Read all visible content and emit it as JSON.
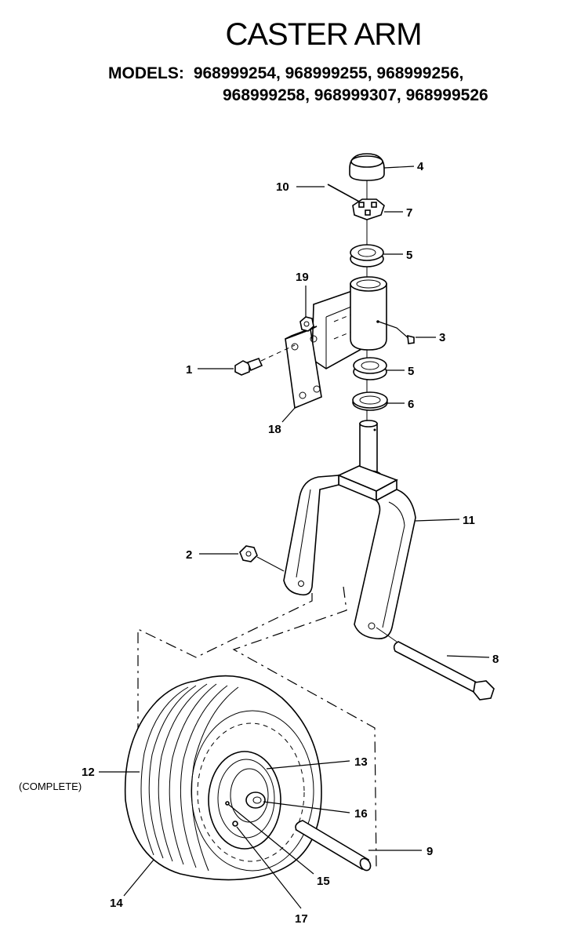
{
  "header": {
    "title": "CASTER ARM",
    "models_label": "MODELS:",
    "models_line1": "968999254, 968999255, 968999256,",
    "models_line2": "968999258, 968999307, 968999526"
  },
  "callouts": {
    "p1": "1",
    "p2": "2",
    "p3": "3",
    "p4": "4",
    "p5a": "5",
    "p5b": "5",
    "p6": "6",
    "p7": "7",
    "p8": "8",
    "p9": "9",
    "p10": "10",
    "p11": "11",
    "p12": "12",
    "p12_note": "(COMPLETE)",
    "p13": "13",
    "p14": "14",
    "p15": "15",
    "p16": "16",
    "p17": "17",
    "p18": "18",
    "p19": "19"
  }
}
